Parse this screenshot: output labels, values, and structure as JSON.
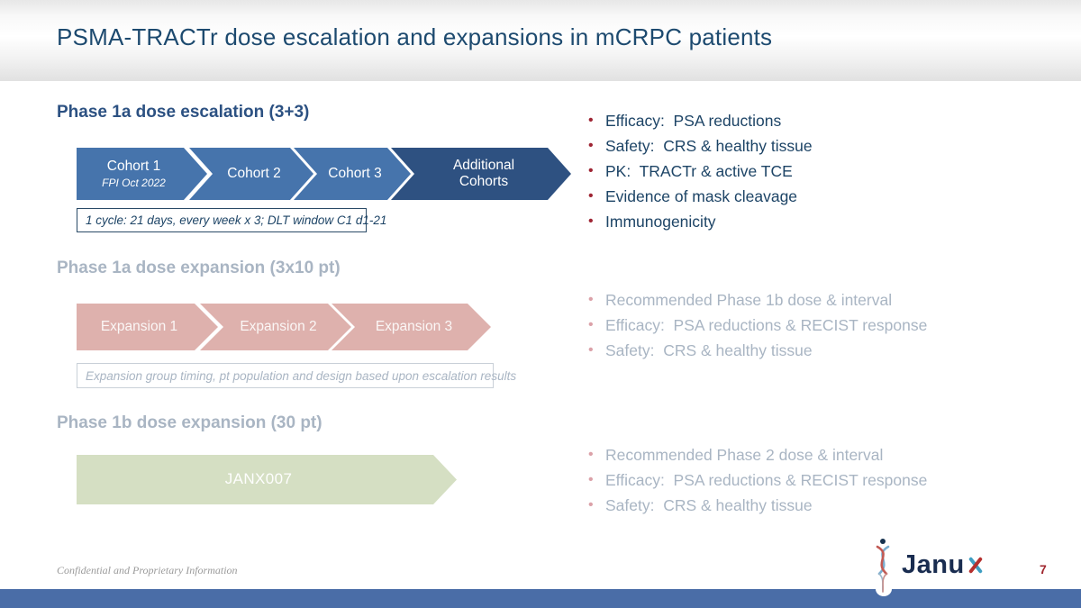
{
  "slide": {
    "title": "PSMA-TRACTr dose escalation and expansions in mCRPC patients",
    "page_number": "7",
    "footer_note": "Confidential and Proprietary Information",
    "logo": {
      "wordmark": "Janu",
      "x_letter": "x",
      "icon": "dna-helix-icon"
    }
  },
  "colors": {
    "title_navy": "#1d4a6f",
    "chevron_blue": "#4674ac",
    "chevron_dark_navy": "#2e5181",
    "chevron_pink": "#deb1ad",
    "chevron_green": "#d5dfc3",
    "bullet_red": "#9e2433",
    "dimmed_text": "#a9b5c3",
    "bottom_bar_blue": "#4a6da7",
    "page_number_red": "#a0262e"
  },
  "sections": [
    {
      "heading": "Phase 1a dose escalation (3+3)",
      "state": "active",
      "chevrons": [
        {
          "label": "Cohort 1",
          "sublabel": "FPI Oct 2022"
        },
        {
          "label": "Cohort 2"
        },
        {
          "label": "Cohort 3"
        },
        {
          "label": "Additional Cohorts"
        }
      ],
      "note": "1 cycle: 21 days, every week x 3; DLT window C1 d1-21",
      "bullets": [
        "Efficacy:  PSA reductions",
        "Safety:  CRS & healthy tissue",
        "PK:  TRACTr & active TCE",
        "Evidence of mask cleavage",
        "Immunogenicity"
      ]
    },
    {
      "heading": "Phase 1a dose expansion (3x10 pt)",
      "state": "dim",
      "chevrons": [
        {
          "label": "Expansion 1"
        },
        {
          "label": "Expansion 2"
        },
        {
          "label": "Expansion 3"
        }
      ],
      "note": "Expansion group timing, pt population and design based upon escalation results",
      "bullets": [
        "Recommended Phase 1b dose & interval",
        "Efficacy:  PSA reductions & RECIST response",
        "Safety:  CRS & healthy tissue"
      ]
    },
    {
      "heading": "Phase 1b dose expansion (30 pt)",
      "state": "dim",
      "chevrons": [
        {
          "label": "JANX007"
        }
      ],
      "bullets": [
        "Recommended Phase 2 dose & interval",
        "Efficacy:  PSA reductions & RECIST response",
        "Safety:  CRS & healthy tissue"
      ]
    }
  ]
}
